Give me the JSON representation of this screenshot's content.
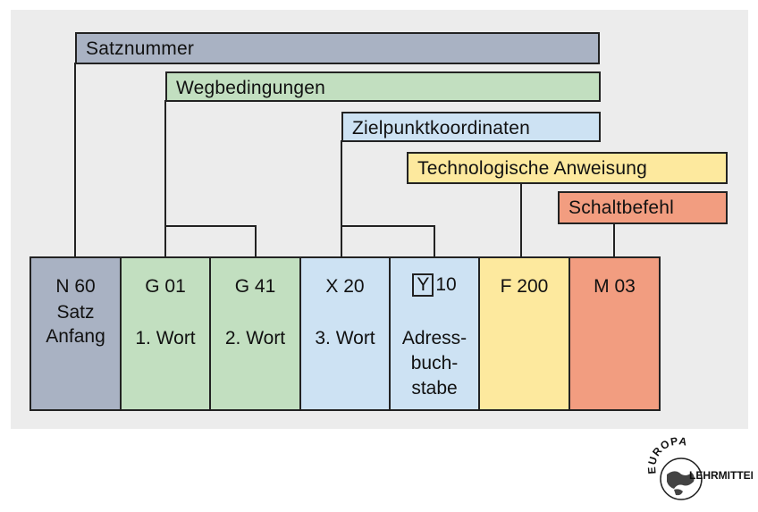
{
  "labels": {
    "satznummer": "Satznummer",
    "wegbedingungen": "Wegbedingungen",
    "zielpunkt": "Zielpunktkoordinaten",
    "technologie": "Technologische Anweisung",
    "schaltbefehl": "Schaltbefehl"
  },
  "words": {
    "n": {
      "code": "N 60",
      "line2": "Satz",
      "line3": "Anfang"
    },
    "g01": {
      "code": "G 01",
      "caption": "1. Wort"
    },
    "g41": {
      "code": "G 41",
      "caption": "2. Wort"
    },
    "x": {
      "code": "X 20",
      "caption": "3. Wort"
    },
    "y": {
      "letter": "Y",
      "value": "10",
      "caption1": "Adress-",
      "caption2": "buch-",
      "caption3": "stabe"
    },
    "f": {
      "code": "F 200"
    },
    "m": {
      "code": "M 03"
    }
  },
  "logo": {
    "top": "EUROPA",
    "bottom": "LEHRMITTEL"
  },
  "colors": {
    "satznummer": "#a9b2c3",
    "wegbedingungen": "#c2dfc0",
    "zielpunkt": "#cde2f3",
    "technologie": "#fde99e",
    "schaltbefehl": "#f29d80",
    "background": "#ececec"
  }
}
